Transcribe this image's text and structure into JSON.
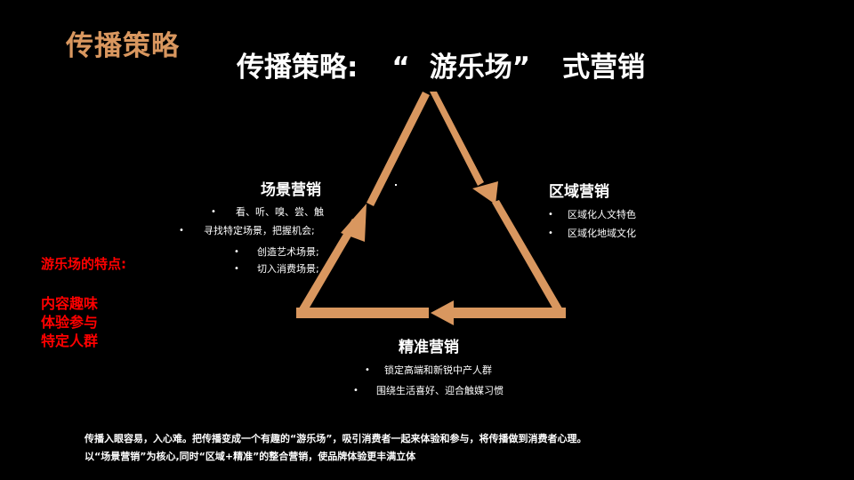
{
  "slide": {
    "corner_title": "传播策略",
    "main_title": {
      "prefix": "传播策略:",
      "quote_open": "“",
      "quoted": "游乐场",
      "quote_close": "”",
      "suffix": "式营销"
    },
    "accent_color": "#d9975f",
    "highlight_color": "#ff0000",
    "diagram": {
      "shape": "triangle-cycle-arrows",
      "arrows": [
        "apex-to-right",
        "right-to-left-bottom",
        "bottom-left-to-apex"
      ],
      "nodes": [
        {
          "id": "scene",
          "heading": "场景营销",
          "bullets": [
            "看、听、嗅、尝、触",
            "寻找特定场景，把握机会;",
            "创造艺术场景;",
            "切入消费场景;"
          ]
        },
        {
          "id": "region",
          "heading": "区域营销",
          "bullets": [
            "区域化人文特色",
            "区域化地域文化"
          ]
        },
        {
          "id": "precise",
          "heading": "精准营销",
          "bullets": [
            "锁定高端和新锐中产人群",
            "围绕生活喜好、迎合触媒习惯"
          ]
        }
      ]
    },
    "features": {
      "title": "游乐场的特点:",
      "items": [
        "内容趣味",
        "体验参与",
        "特定人群"
      ]
    },
    "footer": {
      "line1": "传播入眼容易，入心难。把传播变成一个有趣的“游乐场”，吸引消费者一起来体验和参与，将传播做到消费者心理。",
      "line2": "以“场景营销”为核心,同时“区域+精准”的整合营销，使品牌体验更丰满立体"
    }
  }
}
